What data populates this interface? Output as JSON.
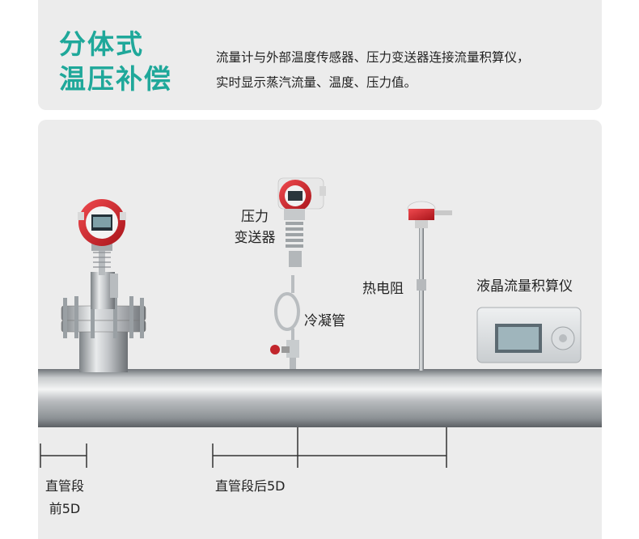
{
  "header": {
    "title_line1": "分体式",
    "title_line2": "温压补偿",
    "description_line1": "流量计与外部温度传感器、压力变送器连接流量积算仪，",
    "description_line2": "实时显示蒸汽流量、温度、压力值。"
  },
  "diagram": {
    "labels": {
      "pressure_transmitter_line1": "压力",
      "pressure_transmitter_line2": "变送器",
      "condenser_tube": "冷凝管",
      "thermal_resistor": "热电阻",
      "lcd_totalizer": "液晶流量积算仪"
    },
    "dimensions": {
      "upstream_line1": "直管段",
      "upstream_line2": "前5D",
      "downstream": "直管段后5D"
    }
  },
  "colors": {
    "accent": "#1fa89a",
    "panel": "#ececec",
    "device_red": "#d8232a"
  }
}
